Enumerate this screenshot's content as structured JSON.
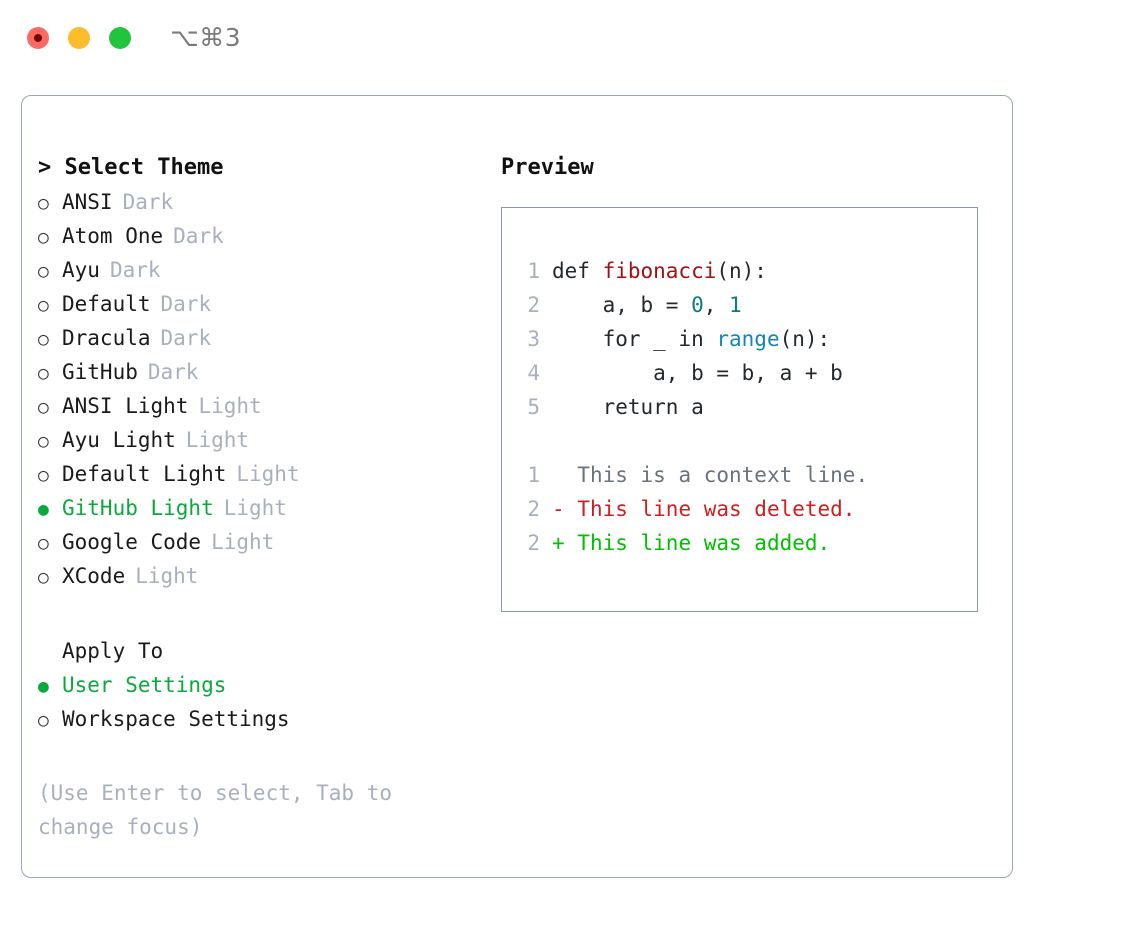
{
  "window": {
    "title": "⌥⌘3",
    "traffic_lights": [
      {
        "name": "close",
        "color": "#fb6a62"
      },
      {
        "name": "minimize",
        "color": "#fcbd2c"
      },
      {
        "name": "maximize",
        "color": "#22c43b"
      }
    ]
  },
  "colors": {
    "panel_border": "#9aa6b8",
    "preview_border": "#8b97ab",
    "selected_green": "#0ba83c",
    "muted": "#a8b0bd",
    "text": "#1a1a1a",
    "syntax_function": "#a01111",
    "syntax_number": "#0d7d72",
    "syntax_builtin": "#1286b4",
    "diff_context": "#6a737d",
    "diff_deleted": "#cc2020",
    "diff_added": "#00c000"
  },
  "theme_selector": {
    "header_prefix": "> ",
    "header": "Select Theme",
    "bullet_unselected": "○",
    "bullet_selected": "●",
    "items": [
      {
        "name": "ANSI",
        "variant": "Dark",
        "selected": false
      },
      {
        "name": "Atom One",
        "variant": "Dark",
        "selected": false
      },
      {
        "name": "Ayu",
        "variant": "Dark",
        "selected": false
      },
      {
        "name": "Default",
        "variant": "Dark",
        "selected": false
      },
      {
        "name": "Dracula",
        "variant": "Dark",
        "selected": false
      },
      {
        "name": "GitHub",
        "variant": "Dark",
        "selected": false
      },
      {
        "name": "ANSI Light",
        "variant": "Light",
        "selected": false
      },
      {
        "name": "Ayu Light",
        "variant": "Light",
        "selected": false
      },
      {
        "name": "Default Light",
        "variant": "Light",
        "selected": false
      },
      {
        "name": "GitHub Light",
        "variant": "Light",
        "selected": true
      },
      {
        "name": "Google Code",
        "variant": "Light",
        "selected": false
      },
      {
        "name": "XCode",
        "variant": "Light",
        "selected": false
      }
    ]
  },
  "apply_to": {
    "header": "Apply To",
    "options": [
      {
        "label": "User Settings",
        "selected": true
      },
      {
        "label": "Workspace Settings",
        "selected": false
      }
    ]
  },
  "help": {
    "text": "(Use Enter to select, Tab to change focus)"
  },
  "preview": {
    "title": "Preview",
    "code_lines": [
      {
        "number": "1",
        "tokens": [
          {
            "text": "def ",
            "type": "plain"
          },
          {
            "text": "fibonacci",
            "type": "function"
          },
          {
            "text": "(n):",
            "type": "plain"
          }
        ]
      },
      {
        "number": "2",
        "tokens": [
          {
            "text": "    a, b = ",
            "type": "plain"
          },
          {
            "text": "0",
            "type": "number"
          },
          {
            "text": ", ",
            "type": "plain"
          },
          {
            "text": "1",
            "type": "number"
          }
        ]
      },
      {
        "number": "3",
        "tokens": [
          {
            "text": "    for _ in ",
            "type": "plain"
          },
          {
            "text": "range",
            "type": "builtin"
          },
          {
            "text": "(n):",
            "type": "plain"
          }
        ]
      },
      {
        "number": "4",
        "tokens": [
          {
            "text": "        a, b = b, a + b",
            "type": "plain"
          }
        ]
      },
      {
        "number": "5",
        "tokens": [
          {
            "text": "    return a",
            "type": "plain"
          }
        ]
      }
    ],
    "diff_lines": [
      {
        "number": "1",
        "marker": "  ",
        "text": "This is a context line.",
        "kind": "context"
      },
      {
        "number": "2",
        "marker": "- ",
        "text": "This line was deleted.",
        "kind": "deleted"
      },
      {
        "number": "2",
        "marker": "+ ",
        "text": "This line was added.",
        "kind": "added"
      }
    ]
  }
}
